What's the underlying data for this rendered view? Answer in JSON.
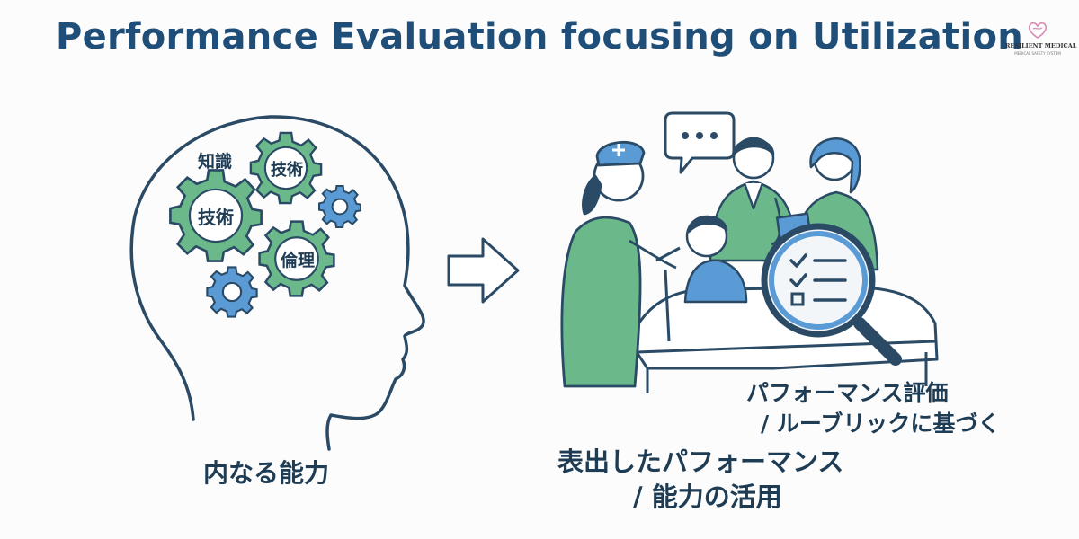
{
  "title": "Performance Evaluation focusing on Utilization",
  "logo": {
    "name": "RESILIENT MEDICAL",
    "tagline": "MEDICAL SAFETY SYSTEM"
  },
  "left": {
    "gear_labels": {
      "knowledge": "知識",
      "skill_top": "技術",
      "skill_left": "技術",
      "ethics": "倫理"
    },
    "caption": "内なる能力"
  },
  "right": {
    "evaluation_line1": "パフォーマンス評価",
    "evaluation_line2": "/ ルーブリックに基づく",
    "performance_line1": "表出したパフォーマンス",
    "performance_line2": "/ 能力の活用"
  },
  "icons": {
    "brain_gears": "gear-icon",
    "arrow": "arrow-right-icon",
    "speech_bubble": "chat-bubble-icon",
    "checklist_magnifier": "magnifier-checklist-icon"
  },
  "colors": {
    "title": "#1f4e79",
    "outline": "#2a4a66",
    "green": "#6bb98a",
    "blue": "#5b9bd5",
    "label": "#1f3c55"
  }
}
